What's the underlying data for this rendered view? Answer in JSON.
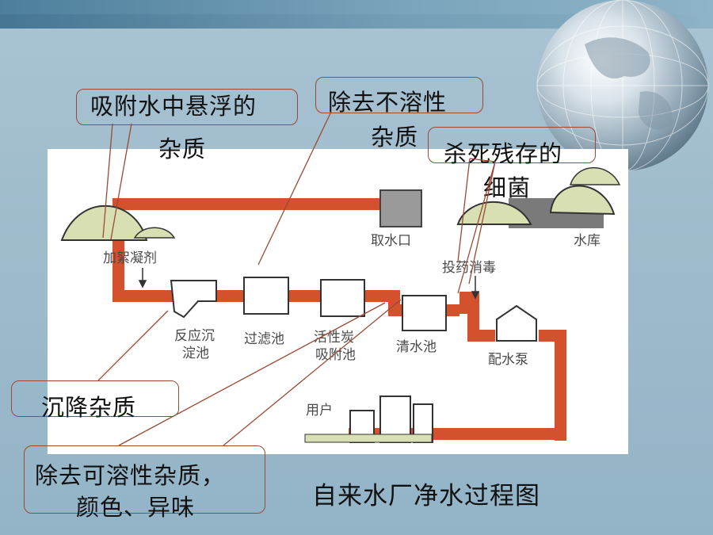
{
  "title": "自来水厂净水过程图",
  "stages": {
    "intake": "取水口",
    "reservoir": "水库",
    "coagulant": "加絮凝剂",
    "sedimentation_line1": "反应沉",
    "sedimentation_line2": "淀池",
    "filter": "过滤池",
    "carbon_line1": "活性炭",
    "carbon_line2": "吸附池",
    "clear_water": "清水池",
    "disinfect": "投药消毒",
    "pump": "配水泵",
    "user": "用户"
  },
  "callouts": {
    "adsorb_line1": "吸附水中悬浮的",
    "adsorb_line2": "杂质",
    "insoluble_line1": "除去不溶性",
    "insoluble_line2": "杂质",
    "bacteria_line1": "杀死残存的",
    "bacteria_line2": "细菌",
    "settle": "沉降杂质",
    "soluble_line1": "除去可溶性杂质，",
    "soluble_line2": "颜色、异味"
  },
  "colors": {
    "pipe": "#d4512e",
    "callout_border": "#9a4a33",
    "mound": "#d8dfb3"
  }
}
